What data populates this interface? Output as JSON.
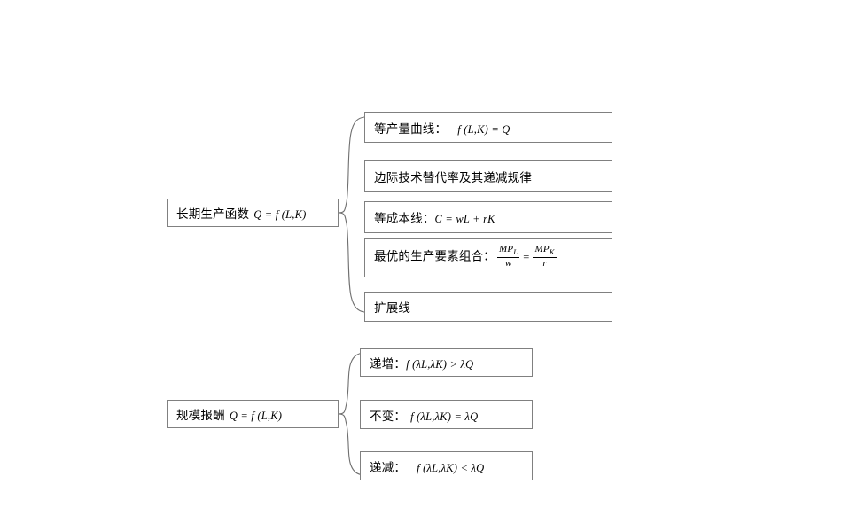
{
  "diagram": {
    "type": "tree-map",
    "title_visible": false,
    "line_color": "#6f6f6f",
    "box_border_color": "#808080",
    "background": "#ffffff",
    "groups": [
      {
        "id": "long-run-production-function",
        "root": {
          "label_cjk": "长期生产函数",
          "formula": "Q = f(L,K)"
        },
        "children": [
          {
            "id": "isoquant",
            "label_cjk": "等产量曲线：",
            "formula": "f(L,K) = Q",
            "has_formula": true
          },
          {
            "id": "mrts",
            "label_cjk": "边际技术替代率及其递减规律",
            "formula": "",
            "has_formula": false
          },
          {
            "id": "isocost",
            "label_cjk": "等成本线：",
            "formula": "C = wL + rK",
            "has_formula": true
          },
          {
            "id": "optimal-factor-combination",
            "label_cjk": "最优的生产要素组合：",
            "formula": "MP_L / w = MP_K / r",
            "fraction_left": {
              "numerator": "MP",
              "numerator_sub": "L",
              "denominator": "w"
            },
            "relation": "=",
            "fraction_right": {
              "numerator": "MP",
              "numerator_sub": "K",
              "denominator": "r"
            },
            "has_formula": true
          },
          {
            "id": "expansion-path",
            "label_cjk": "扩展线",
            "formula": "",
            "has_formula": false
          }
        ]
      },
      {
        "id": "returns-to-scale",
        "root": {
          "label_cjk": "规模报酬",
          "formula": "Q = f(L,K)"
        },
        "children": [
          {
            "id": "increasing-returns",
            "label_cjk": "递增：",
            "formula": "f(λL,λK) > λQ",
            "has_formula": true
          },
          {
            "id": "constant-returns",
            "label_cjk": "不变：",
            "formula": "f(λL,λK) = λQ",
            "has_formula": true
          },
          {
            "id": "decreasing-returns",
            "label_cjk": "递减：",
            "formula": "f(λL,λK) < λQ",
            "has_formula": true
          }
        ]
      }
    ]
  }
}
